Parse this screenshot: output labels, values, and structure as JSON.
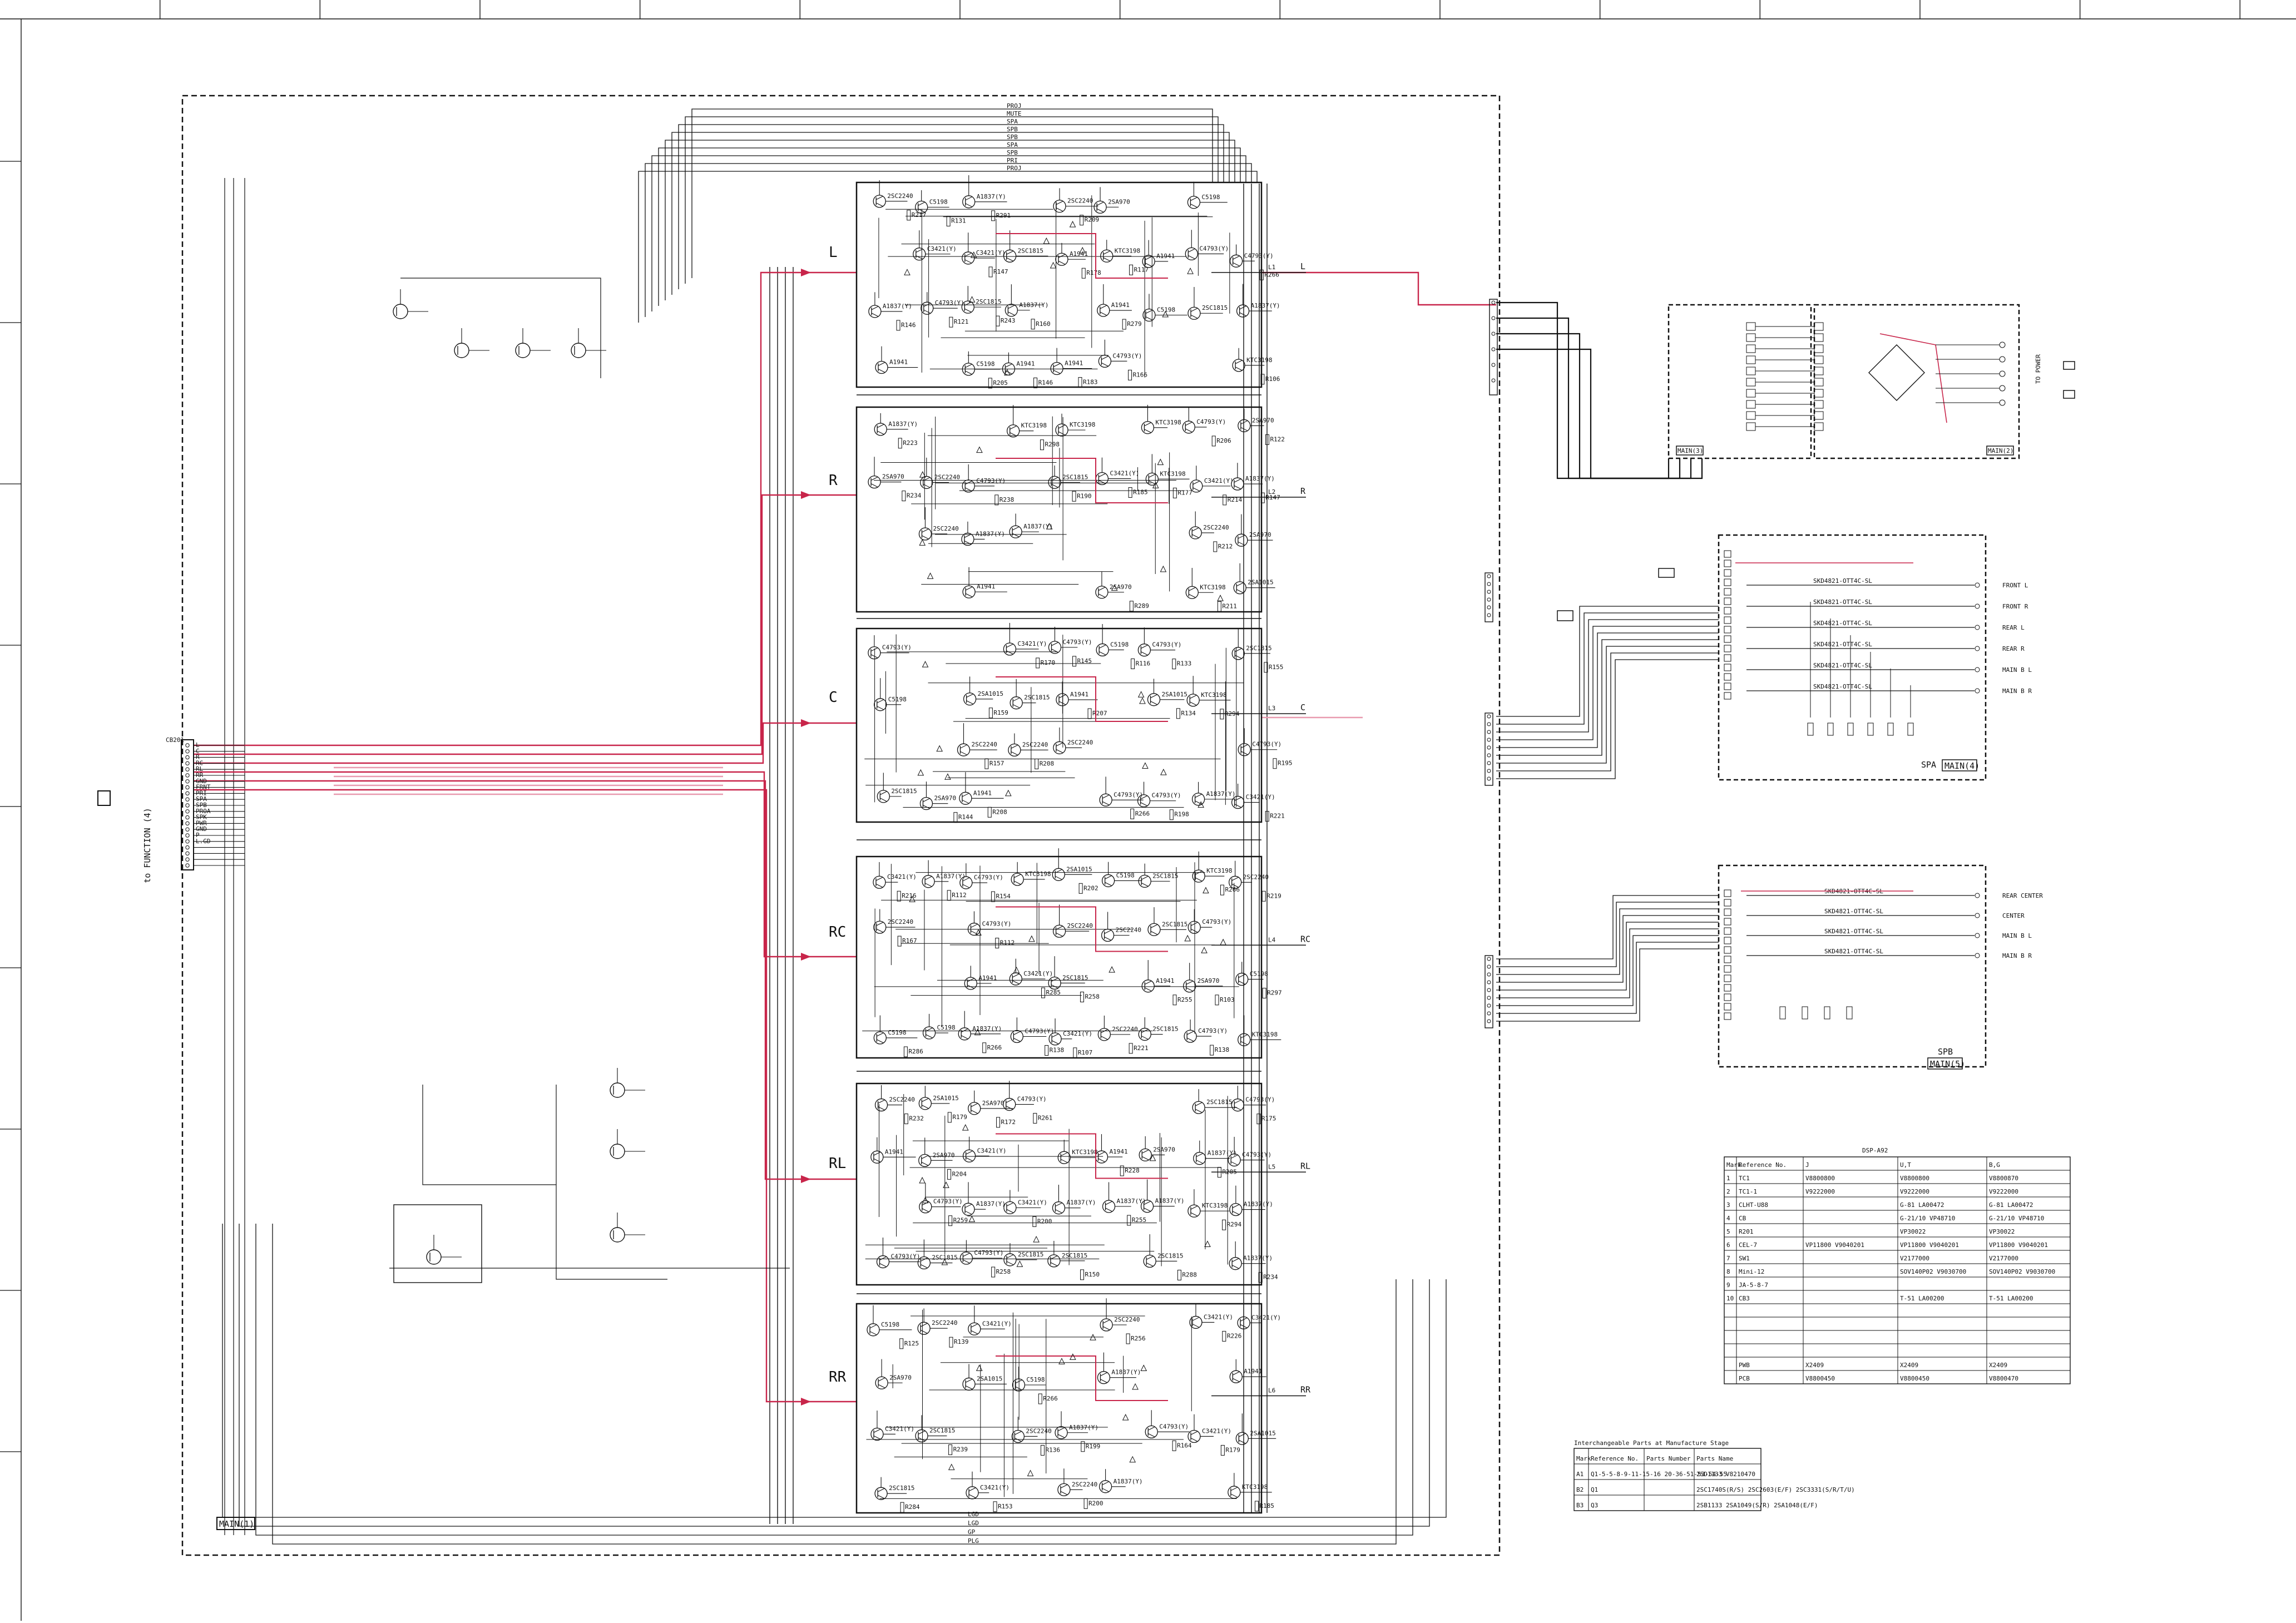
{
  "schematic": {
    "title_bar": {
      "columns": 14
    },
    "side_label": "to FUNCTION (4)",
    "connector_main": {
      "ref": "CB201",
      "pins": [
        "1",
        "2",
        "3",
        "4",
        "5",
        "6",
        "7",
        "8",
        "9",
        "10",
        "11",
        "12",
        "13",
        "14",
        "15",
        "16",
        "17",
        "18",
        "19",
        "20",
        "21"
      ],
      "signals": [
        "L",
        "C",
        "R",
        "RC",
        "RL",
        "RR",
        "GND",
        "FRNT",
        "PRI",
        "SPA",
        "SPB",
        "PROA",
        "SPK",
        "PWR",
        "GND",
        "P",
        "L.GD",
        "",
        "",
        "",
        "",
        "CB4"
      ]
    },
    "channels": [
      {
        "id": "L",
        "label": "L"
      },
      {
        "id": "R",
        "label": "R"
      },
      {
        "id": "C",
        "label": "C"
      },
      {
        "id": "RC",
        "label": "RC"
      },
      {
        "id": "RL",
        "label": "RL"
      },
      {
        "id": "RR",
        "label": "RR"
      }
    ],
    "board_labels": {
      "main1": "MAIN(1)",
      "main2": "MAIN(2)",
      "main3": "MAIN(3)",
      "main4": "MAIN(4)",
      "main5": "MAIN(5)",
      "spa": "SPA",
      "spb": "SPB"
    },
    "spa_outputs": [
      "FRONT L",
      "FRONT R",
      "REAR L",
      "REAR R",
      "MAIN B L",
      "MAIN B R"
    ],
    "spb_outputs": [
      "REAR CENTER",
      "CENTER",
      "MAIN B L",
      "MAIN B R"
    ],
    "to_power_label": "TO POWER",
    "rail_labels": [
      "PROJ",
      "MUTE",
      "SPA",
      "SPB",
      "SPB",
      "SPA",
      "SPB",
      "PRI"
    ],
    "bottom_labels": [
      "LGD",
      "LGD",
      "GP",
      "PLG"
    ],
    "transistor_labels": [
      "A1837(Y)",
      "C4793(Y)",
      "2SC2240",
      "2SA970",
      "C3421(Y)",
      "A1941",
      "C5198",
      "2SC1815",
      "2SA1015",
      "KTC3198"
    ],
    "parts_table_top": {
      "title": "DSP-A92",
      "headers": [
        "Mark",
        "Reference No.",
        "J",
        "U,T",
        "B,G"
      ],
      "rows": [
        [
          "1",
          "TC1",
          "V8800800",
          "V8800800",
          "V8800870"
        ],
        [
          "2",
          "TC1-1",
          "V9222000",
          "V9222000",
          "V9222000"
        ],
        [
          "3",
          "CLHT-U88",
          "",
          "G-81 LA00472",
          "G-81 LA00472"
        ],
        [
          "4",
          "CB",
          "",
          "G-21/10 VP48710",
          "G-21/10 VP48710"
        ],
        [
          "5",
          "R201",
          "",
          "VP30022",
          "VP30022"
        ],
        [
          "6",
          "CEL-7",
          "VP11800 V9040201",
          "VP11800 V9040201",
          "VP11800 V9040201"
        ],
        [
          "7",
          "SW1",
          "",
          "V2177000",
          "V2177000"
        ],
        [
          "8",
          "Mini-12",
          "",
          "SOV140P02 V9030700",
          "SOV140P02 V9030700"
        ],
        [
          "9",
          "JA-5-8-7",
          "",
          "",
          ""
        ],
        [
          "10",
          "CB3",
          "",
          "T-51 LA00200",
          "T-51 LA00200"
        ],
        [
          "",
          "",
          "",
          "",
          ""
        ],
        [
          "",
          "",
          "",
          "",
          ""
        ],
        [
          "",
          "",
          "",
          "",
          ""
        ],
        [
          "",
          "",
          "",
          "",
          ""
        ],
        [
          "",
          "PWB",
          "X2409",
          "X2409",
          "X2409"
        ],
        [
          "",
          "PCB",
          "V8800450",
          "V8800450",
          "V8800470"
        ]
      ]
    },
    "parts_table_bottom": {
      "title": "Interchangeable Parts at Manufacture Stage",
      "headers": [
        "Mark",
        "Reference No.",
        "Parts Number",
        "Parts Name"
      ],
      "rows": [
        [
          "A1",
          "Q1-5-5-8-9-11-15-16 20-36-51-53-54-55",
          "",
          "2SD1133 V8210470"
        ],
        [
          "B2",
          "Q1",
          "",
          "2SC1740S(R/S) 2SC2603(E/F) 2SC3331(S/R/T/U)"
        ],
        [
          "B3",
          "Q3",
          "",
          "2SB1133 2SA1049(S/R) 2SA1048(E/F)"
        ]
      ]
    },
    "colors": {
      "line": "#111111",
      "signal": "#c8254a",
      "signal_light": "#e89aaf",
      "paper": "#ffffff"
    }
  }
}
